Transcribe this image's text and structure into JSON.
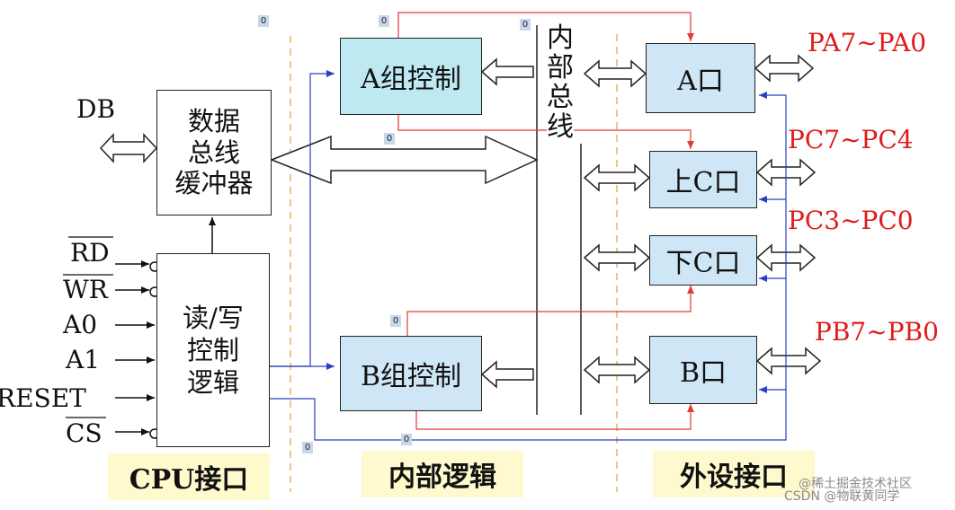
{
  "blocks": {
    "data_bus_buffer": "数据\n总线\n缓冲器",
    "rw_control": "读/写\n控制\n逻辑",
    "group_a": "A组控制",
    "group_b": "B组控制",
    "port_a": "A口",
    "port_c_upper": "上C口",
    "port_c_lower": "下C口",
    "port_b": "B口",
    "internal_bus": "内\n部\n总\n线"
  },
  "signals": {
    "db": "DB",
    "rd": "RD",
    "wr": "WR",
    "a0": "A0",
    "a1": "A1",
    "reset": "RESET",
    "cs": "CS"
  },
  "ports": {
    "pa": "PA7~PA0",
    "pc_high": "PC7~PC4",
    "pc_low": "PC3~PC0",
    "pb": "PB7~PB0"
  },
  "sections": {
    "cpu_interface": "CPU接口",
    "internal_logic": "内部逻辑",
    "peripheral_interface": "外设接口"
  },
  "markers": [
    "0",
    "0",
    "0",
    "0",
    "0",
    "0",
    "0"
  ],
  "watermark": {
    "line1": "@稀土掘金技术社区",
    "line2": "CSDN @物联黄同学"
  },
  "colors": {
    "block_blue": "#cfe6f6",
    "group_teal": "#bfe9f2",
    "port_label_red": "#e01b1b",
    "control_line_red": "#e03a3a",
    "control_line_blue": "#2b3fbf",
    "section_label_bg": "#fffacd",
    "divider_orange": "#e0a040"
  }
}
